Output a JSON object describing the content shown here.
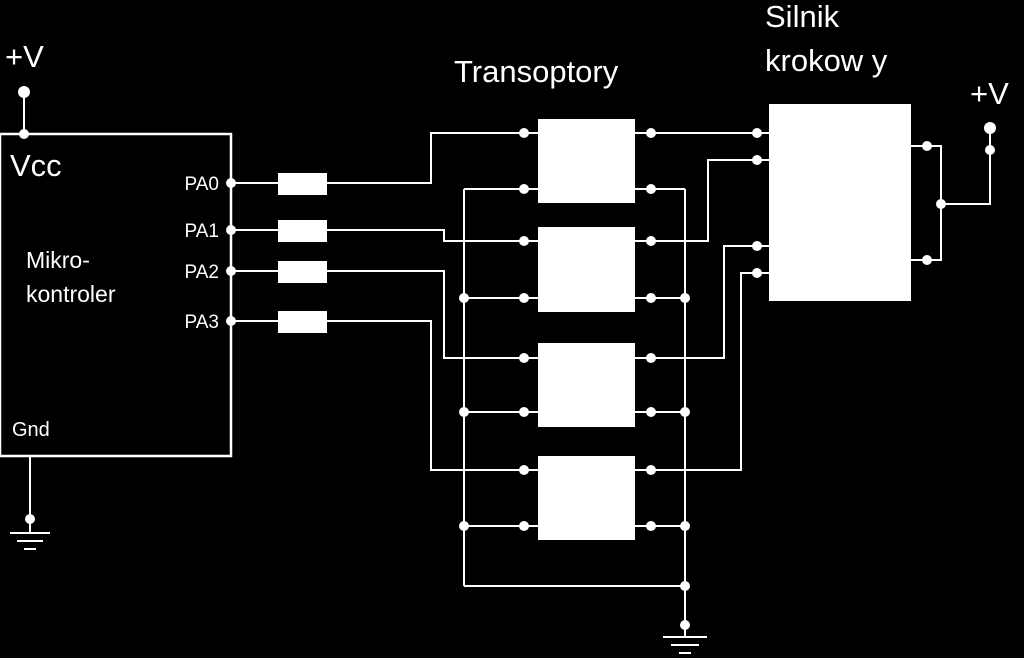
{
  "labels": {
    "supply_left": "+V",
    "supply_right": "+V",
    "vcc": "Vcc",
    "mcu_line1": "Mikro-",
    "mcu_line2": "kontroler",
    "gnd": "Gnd",
    "pins": [
      "PA0",
      "PA1",
      "PA2",
      "PA3"
    ],
    "transoptory": "Transoptory",
    "motor_line1": "Silnik",
    "motor_line2": "krokow y"
  }
}
